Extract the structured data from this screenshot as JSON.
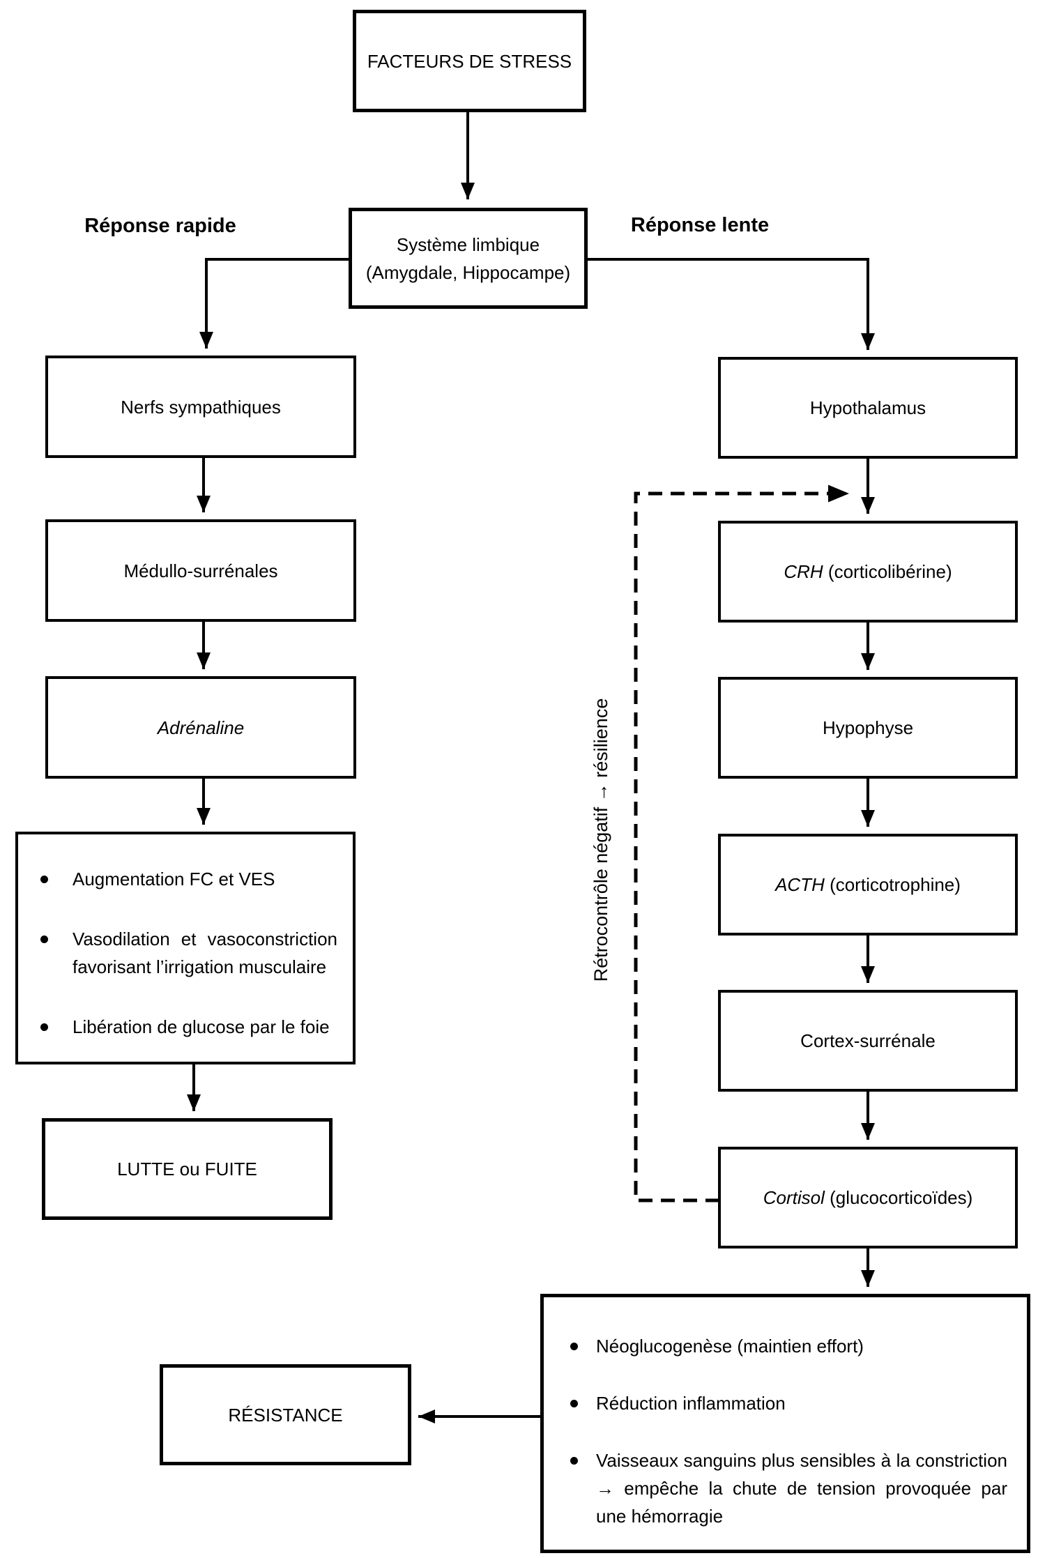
{
  "labels": {
    "rapide": "Réponse rapide",
    "lente": "Réponse lente",
    "feedback": "Rétrocontrôle négatif → résilience"
  },
  "nodes": {
    "stress": "FACTEURS DE STRESS",
    "limbic": {
      "line1": "Système limbique",
      "line2": "(Amygdale, Hippocampe)"
    },
    "nerfs": "Nerfs sympathiques",
    "medullo": "Médullo-surrénales",
    "adrenaline": "Adrénaline",
    "lutte": "LUTTE ou FUITE",
    "hypothalamus": "Hypothalamus",
    "crh": {
      "em": "CRH",
      "rest": " (corticolibérine)"
    },
    "hypophyse": "Hypophyse",
    "acth": {
      "em": "ACTH",
      "rest": " (corticotrophine)"
    },
    "cortex": "Cortex-surrénale",
    "cortisol": {
      "em": "Cortisol",
      "rest": " (glucocorticoïdes)"
    },
    "resistance": "RÉSISTANCE"
  },
  "effects_left": [
    "Augmentation FC et VES",
    "Vasodilation et vasoconstriction favorisant l’irrigation musculaire",
    "Libération de glucose par le foie"
  ],
  "effects_right": [
    "Néoglucogenèse (maintien effort)",
    "Réduction inflammation",
    "Vaisseaux sanguins plus sensibles à la constriction → empêche la chute de tension provoquée par une hémorragie"
  ],
  "colors": {
    "ink": "#000000",
    "background": "#ffffff"
  }
}
